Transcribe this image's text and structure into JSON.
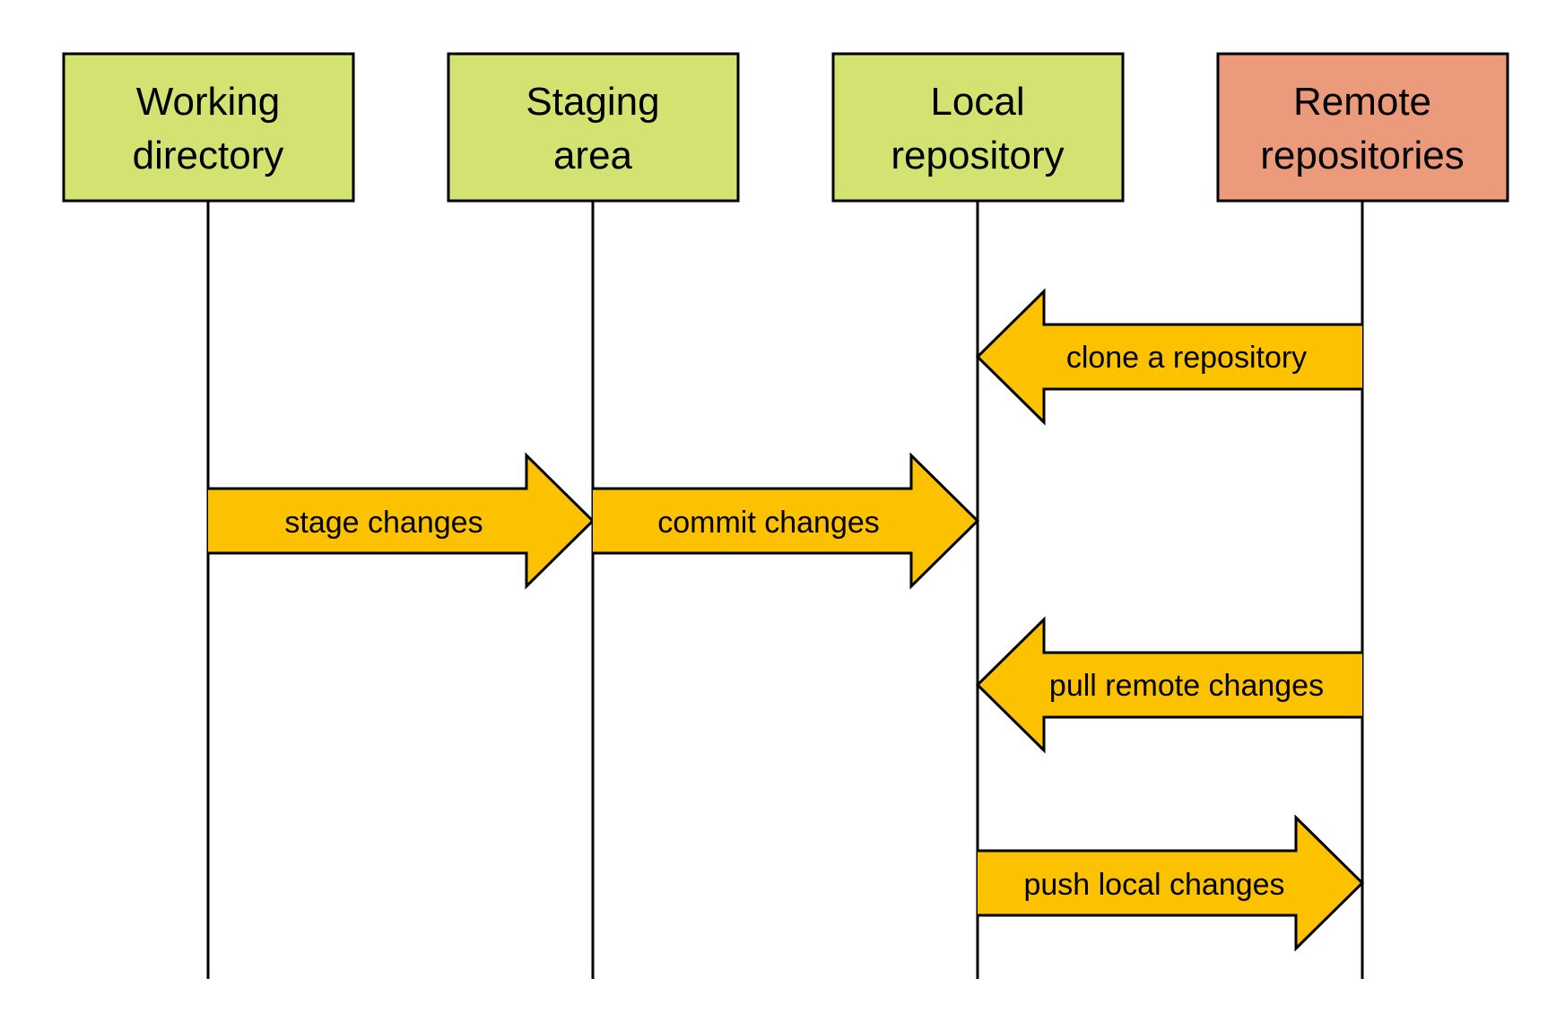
{
  "colors": {
    "local_box_fill": "#d4e272",
    "remote_box_fill": "#eb9a7c",
    "arrow_fill": "#fcc200",
    "line": "#000000",
    "background": "#ffffff"
  },
  "lanes": [
    {
      "id": "working-directory",
      "title_line1": "Working",
      "title_line2": "directory",
      "kind": "local"
    },
    {
      "id": "staging-area",
      "title_line1": "Staging",
      "title_line2": "area",
      "kind": "local"
    },
    {
      "id": "local-repository",
      "title_line1": "Local",
      "title_line2": "repository",
      "kind": "local"
    },
    {
      "id": "remote-repositories",
      "title_line1": "Remote",
      "title_line2": "repositories",
      "kind": "remote"
    }
  ],
  "arrows": [
    {
      "id": "clone",
      "label": "clone a repository",
      "from": 3,
      "to": 2
    },
    {
      "id": "stage",
      "label": "stage changes",
      "from": 0,
      "to": 1
    },
    {
      "id": "commit",
      "label": "commit changes",
      "from": 1,
      "to": 2
    },
    {
      "id": "pull",
      "label": "pull remote changes",
      "from": 3,
      "to": 2
    },
    {
      "id": "push",
      "label": "push local changes",
      "from": 2,
      "to": 3
    }
  ]
}
